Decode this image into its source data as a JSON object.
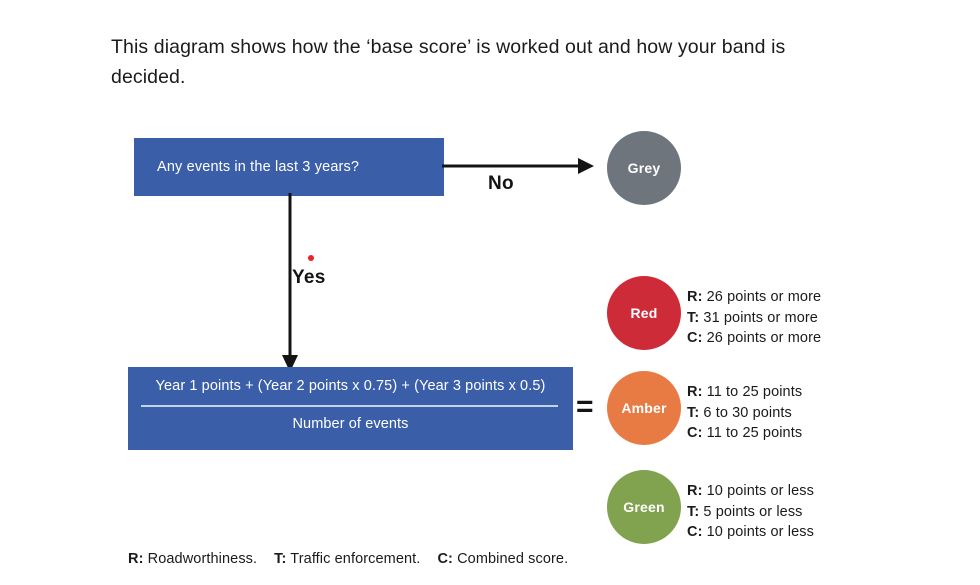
{
  "intro": {
    "text": "This diagram shows how the ‘base score’ is worked out and how your band is decided."
  },
  "flow": {
    "decision": {
      "question": "Any events in the last 3 years?"
    },
    "branch_no": {
      "label": "No",
      "target": "Grey"
    },
    "branch_yes": {
      "label": "Yes"
    },
    "formula": {
      "numerator": "Year 1 points + (Year 2 points x 0.75) + (Year 3 points x 0.5)",
      "denominator": "Number of events"
    },
    "equals_sign": "="
  },
  "bands": [
    {
      "name": "Grey",
      "color": "#6E757C",
      "criteria": []
    },
    {
      "name": "Red",
      "color": "#CE2B39",
      "criteria": [
        {
          "key": "R",
          "value": "26 points or more"
        },
        {
          "key": "T",
          "value": "31 points or more"
        },
        {
          "key": "C",
          "value": "26 points or more"
        }
      ]
    },
    {
      "name": "Amber",
      "color": "#E87B44",
      "criteria": [
        {
          "key": "R",
          "value": "11 to 25 points"
        },
        {
          "key": "T",
          "value": "6 to 30 points"
        },
        {
          "key": "C",
          "value": "11 to 25 points"
        }
      ]
    },
    {
      "name": "Green",
      "color": "#81A24F",
      "criteria": [
        {
          "key": "R",
          "value": "10 points or less"
        },
        {
          "key": "T",
          "value": "5 points or less"
        },
        {
          "key": "C",
          "value": "10 points or less"
        }
      ]
    }
  ],
  "key": [
    {
      "key": "R",
      "value": "Roadworthiness."
    },
    {
      "key": "T",
      "value": "Traffic enforcement."
    },
    {
      "key": "C",
      "value": "Combined score."
    }
  ],
  "colors": {
    "box_blue": "#3B5EA8",
    "fraction_line": "#C3D3E8",
    "arrow": "#141414",
    "red_dot": "#E8232A",
    "text": "#1B1B1B"
  }
}
